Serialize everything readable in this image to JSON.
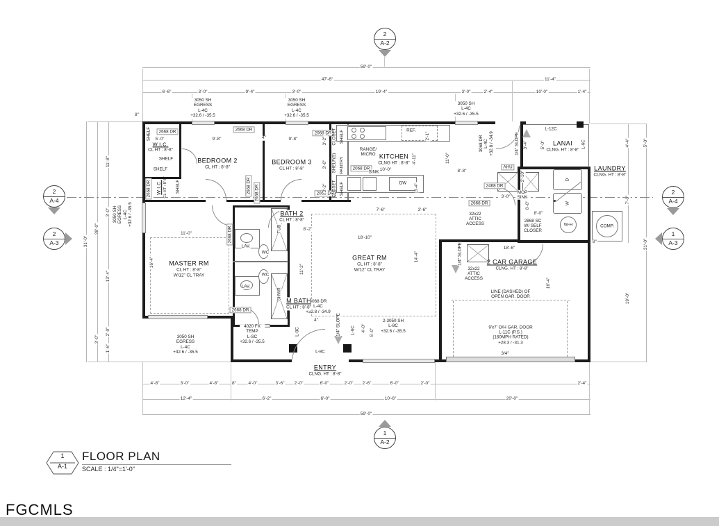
{
  "watermark": "FGCMLS",
  "title_block": {
    "num": "1",
    "sheet": "A-1",
    "title": "FLOOR PLAN",
    "scale": "SCALE : 1/4\"=1'-0\""
  },
  "markers": {
    "top": {
      "num": "2",
      "sheet": "A-2"
    },
    "bottom": {
      "num": "1",
      "sheet": "A-2"
    },
    "left_upper": {
      "num": "2",
      "sheet": "A-4"
    },
    "left_lower": {
      "num": "2",
      "sheet": "A-3"
    },
    "right_upper": {
      "num": "2",
      "sheet": "A-4"
    },
    "right_lower": {
      "num": "1",
      "sheet": "A-3"
    }
  },
  "rooms": {
    "wic": {
      "name": "W.I.C.",
      "ht": "CL HT : 8'-8\""
    },
    "wic2": {
      "name": "W.I.C.",
      "ht": "CL HT : 8'-8\""
    },
    "bedroom2": {
      "name": "BEDROOM 2",
      "ht": "CL HT : 8'-8\""
    },
    "bedroom3": {
      "name": "BEDROOM 3",
      "ht": "CL HT : 8'-8\""
    },
    "kitchen": {
      "name": "KITCHEN",
      "ht": "CLNG HT : 8'-8\""
    },
    "lanai": {
      "name": "LANAI",
      "ht": "CLNG. HT : 8'-8\""
    },
    "laundry": {
      "name": "LAUNDRY",
      "ht": "CLNG. HT : 8'-8\""
    },
    "master": {
      "name": "MASTER RM",
      "ht": "CL HT : 8'-8\"",
      "tray": "W/12\" CL TRAY"
    },
    "great": {
      "name": "GREAT RM",
      "ht": "CL HT : 8'-8\"",
      "tray": "W/12\" CL TRAY"
    },
    "bath2": {
      "name": "BATH 2",
      "ht": "CL HT : 8'-8\""
    },
    "mbath": {
      "name": "M BATH",
      "ht": "CL HT : 8'-8\""
    },
    "entry": {
      "name": "ENTRY",
      "ht": "CLNG. HT : 8'-8\""
    },
    "garage": {
      "name": "2 CAR GARAGE",
      "ht": "CLNG. HT : 8'-8\""
    }
  },
  "fixtures": {
    "shelf": "SHELF",
    "shelfs": "SHELF(S)",
    "pantry": "PANTRY",
    "closet": "CLOSET",
    "range": "RANGE/\nMICRO",
    "ref": "REF.",
    "sink": "SINK",
    "dw": "DW",
    "lav": "LAV.",
    "wc": "WC",
    "tub": "TUB",
    "shwr": "SHWR",
    "ahu": "AHU",
    "mop": "MOP\nSINK",
    "wh": "W-H",
    "comp": "COMP.",
    "dryer": "D",
    "washer": "W",
    "attic": "32x22\nATTIC\nACCESS",
    "closer": "2868 SC\nW/ SELF\nCLOSER",
    "open_line": "LINE (DASHED) OF\nOPEN GAR. DOOR",
    "gar_door": "9'x7' O/H GAR. DOOR\nL-11C (P.S.)\n(160MPH RATED)\n+28.3 / -31.3",
    "slope": "1/4\" SLOPE"
  },
  "openings": {
    "egress3050": "3050 SH\nEGRESS\nL-4C\n+32.6 / -35.5",
    "sh3050": "3050 SH\nL-4C\n+32.6 / -35.5",
    "dr3068": "3068 DR\nL-4C\n+32.8 / -34.9",
    "fx4020": "4020 FX\nTEMP\nL-SC\n+32.6 / -35.5",
    "sh23050": "2-3050 SH\nL-8C\n+32.6 / -35.5",
    "dr2668": "2668 DR",
    "dr2068": "2068 DR",
    "dr2468": "2468 DR",
    "l12c": "L-12C",
    "l6c": "L-6C",
    "l8c": "L-8C"
  },
  "dims": {
    "ft59_0": "59'-0\"",
    "ft47_6": "47'-6\"",
    "ft6_6": "6'-6\"",
    "ft3_0": "3'-0\"",
    "ft9_4": "9'-4\"",
    "ft19_4": "19'-4\"",
    "ft2_4": "2'-4\"",
    "ft10_0": "10'-0\"",
    "ft1_4": "1'-4\"",
    "ft11_4": "11'-4\"",
    "ft4_8": "4'-8\"",
    "in8": "8\"",
    "ft4_0": "4'-0\"",
    "ft3_6": "3'-6\"",
    "ft2_0": "2'-0\"",
    "ft6_0": "6'-0\"",
    "ft2_6": "2'-6\"",
    "ft12_4": "12'-4\"",
    "ft6_2": "6'-2\"",
    "ft10_6": "10'-6\"",
    "ft20_0": "20'-0\"",
    "ft31_0": "31'-0\"",
    "ft28_0": "28'-0\"",
    "ft11_8": "11'-8\"",
    "ft13_4": "13'-4\"",
    "ft16_4": "16'-4\"",
    "ft1_6": "1'-6\"",
    "ft5_0": "5'-0\"",
    "ft4_4": "4'-4\"",
    "ft3_4": "3'-4\"",
    "ft7_0": "7'-0\"",
    "ft19_0": "19'-0\"",
    "ft2_1": "2'-1\"",
    "ft9_8": "9'-8\"",
    "in4": "4\"",
    "ft3_2": "3'-2\"",
    "ft4_11": "4'-11\"",
    "ft11_0": "11'-0\"",
    "ft8_8": "8'-8\"",
    "ft18_10": "18'-10\"",
    "ft14_4": "14'-4\"",
    "ft7_6": "7'-6\"",
    "ft8_2": "8'-2\"",
    "ft11_2": "11'-2\"",
    "ft18_6": "18'-6\"",
    "ft8_0": "8'-0\"",
    "ft2_10": "2'-10\"",
    "in34": "3/4\""
  }
}
